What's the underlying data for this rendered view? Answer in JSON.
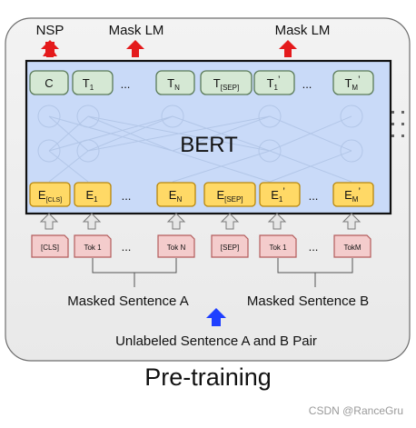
{
  "outputs": {
    "nsp": "NSP",
    "mask_lm_left": "Mask LM",
    "mask_lm_right": "Mask LM"
  },
  "model_name": "BERT",
  "ellipsis": "...",
  "top_row": {
    "c": "C",
    "t1": {
      "base": "T",
      "sub": "1",
      "prime": ""
    },
    "tn": {
      "base": "T",
      "sub": "N",
      "prime": ""
    },
    "tsep": {
      "base": "T",
      "sub": "[SEP]",
      "prime": ""
    },
    "t1p": {
      "base": "T",
      "sub": "1",
      "prime": "’"
    },
    "tmp": {
      "base": "T",
      "sub": "M",
      "prime": "’"
    }
  },
  "embed_row": {
    "ecls": {
      "base": "E",
      "sub": "[CLS]",
      "prime": ""
    },
    "e1": {
      "base": "E",
      "sub": "1",
      "prime": ""
    },
    "en": {
      "base": "E",
      "sub": "N",
      "prime": ""
    },
    "esep": {
      "base": "E",
      "sub": "[SEP]",
      "prime": ""
    },
    "e1p": {
      "base": "E",
      "sub": "1",
      "prime": "’"
    },
    "emp": {
      "base": "E",
      "sub": "M",
      "prime": "’"
    }
  },
  "tokens": {
    "cls": "[CLS]",
    "tok1": "Tok 1",
    "tokn": "Tok N",
    "sep": "[SEP]",
    "tok1b": "Tok 1",
    "tokm": "TokM"
  },
  "labels": {
    "sentence_a": "Masked Sentence A",
    "sentence_b": "Masked Sentence B",
    "pair": "Unlabeled Sentence A and B Pair"
  },
  "caption": "Pre-training",
  "watermark": "CSDN @RanceGru",
  "colors": {
    "top_box": "#d5e8d4",
    "top_border": "#5a7a58",
    "embed_box": "#ffd966",
    "embed_border": "#b8860b",
    "token_box": "#f4cccc",
    "token_border": "#b35c5c",
    "bert_fill": "#c9daf8",
    "red_arrow": "#e41a1c",
    "blue_arrow": "#1f3fff"
  }
}
